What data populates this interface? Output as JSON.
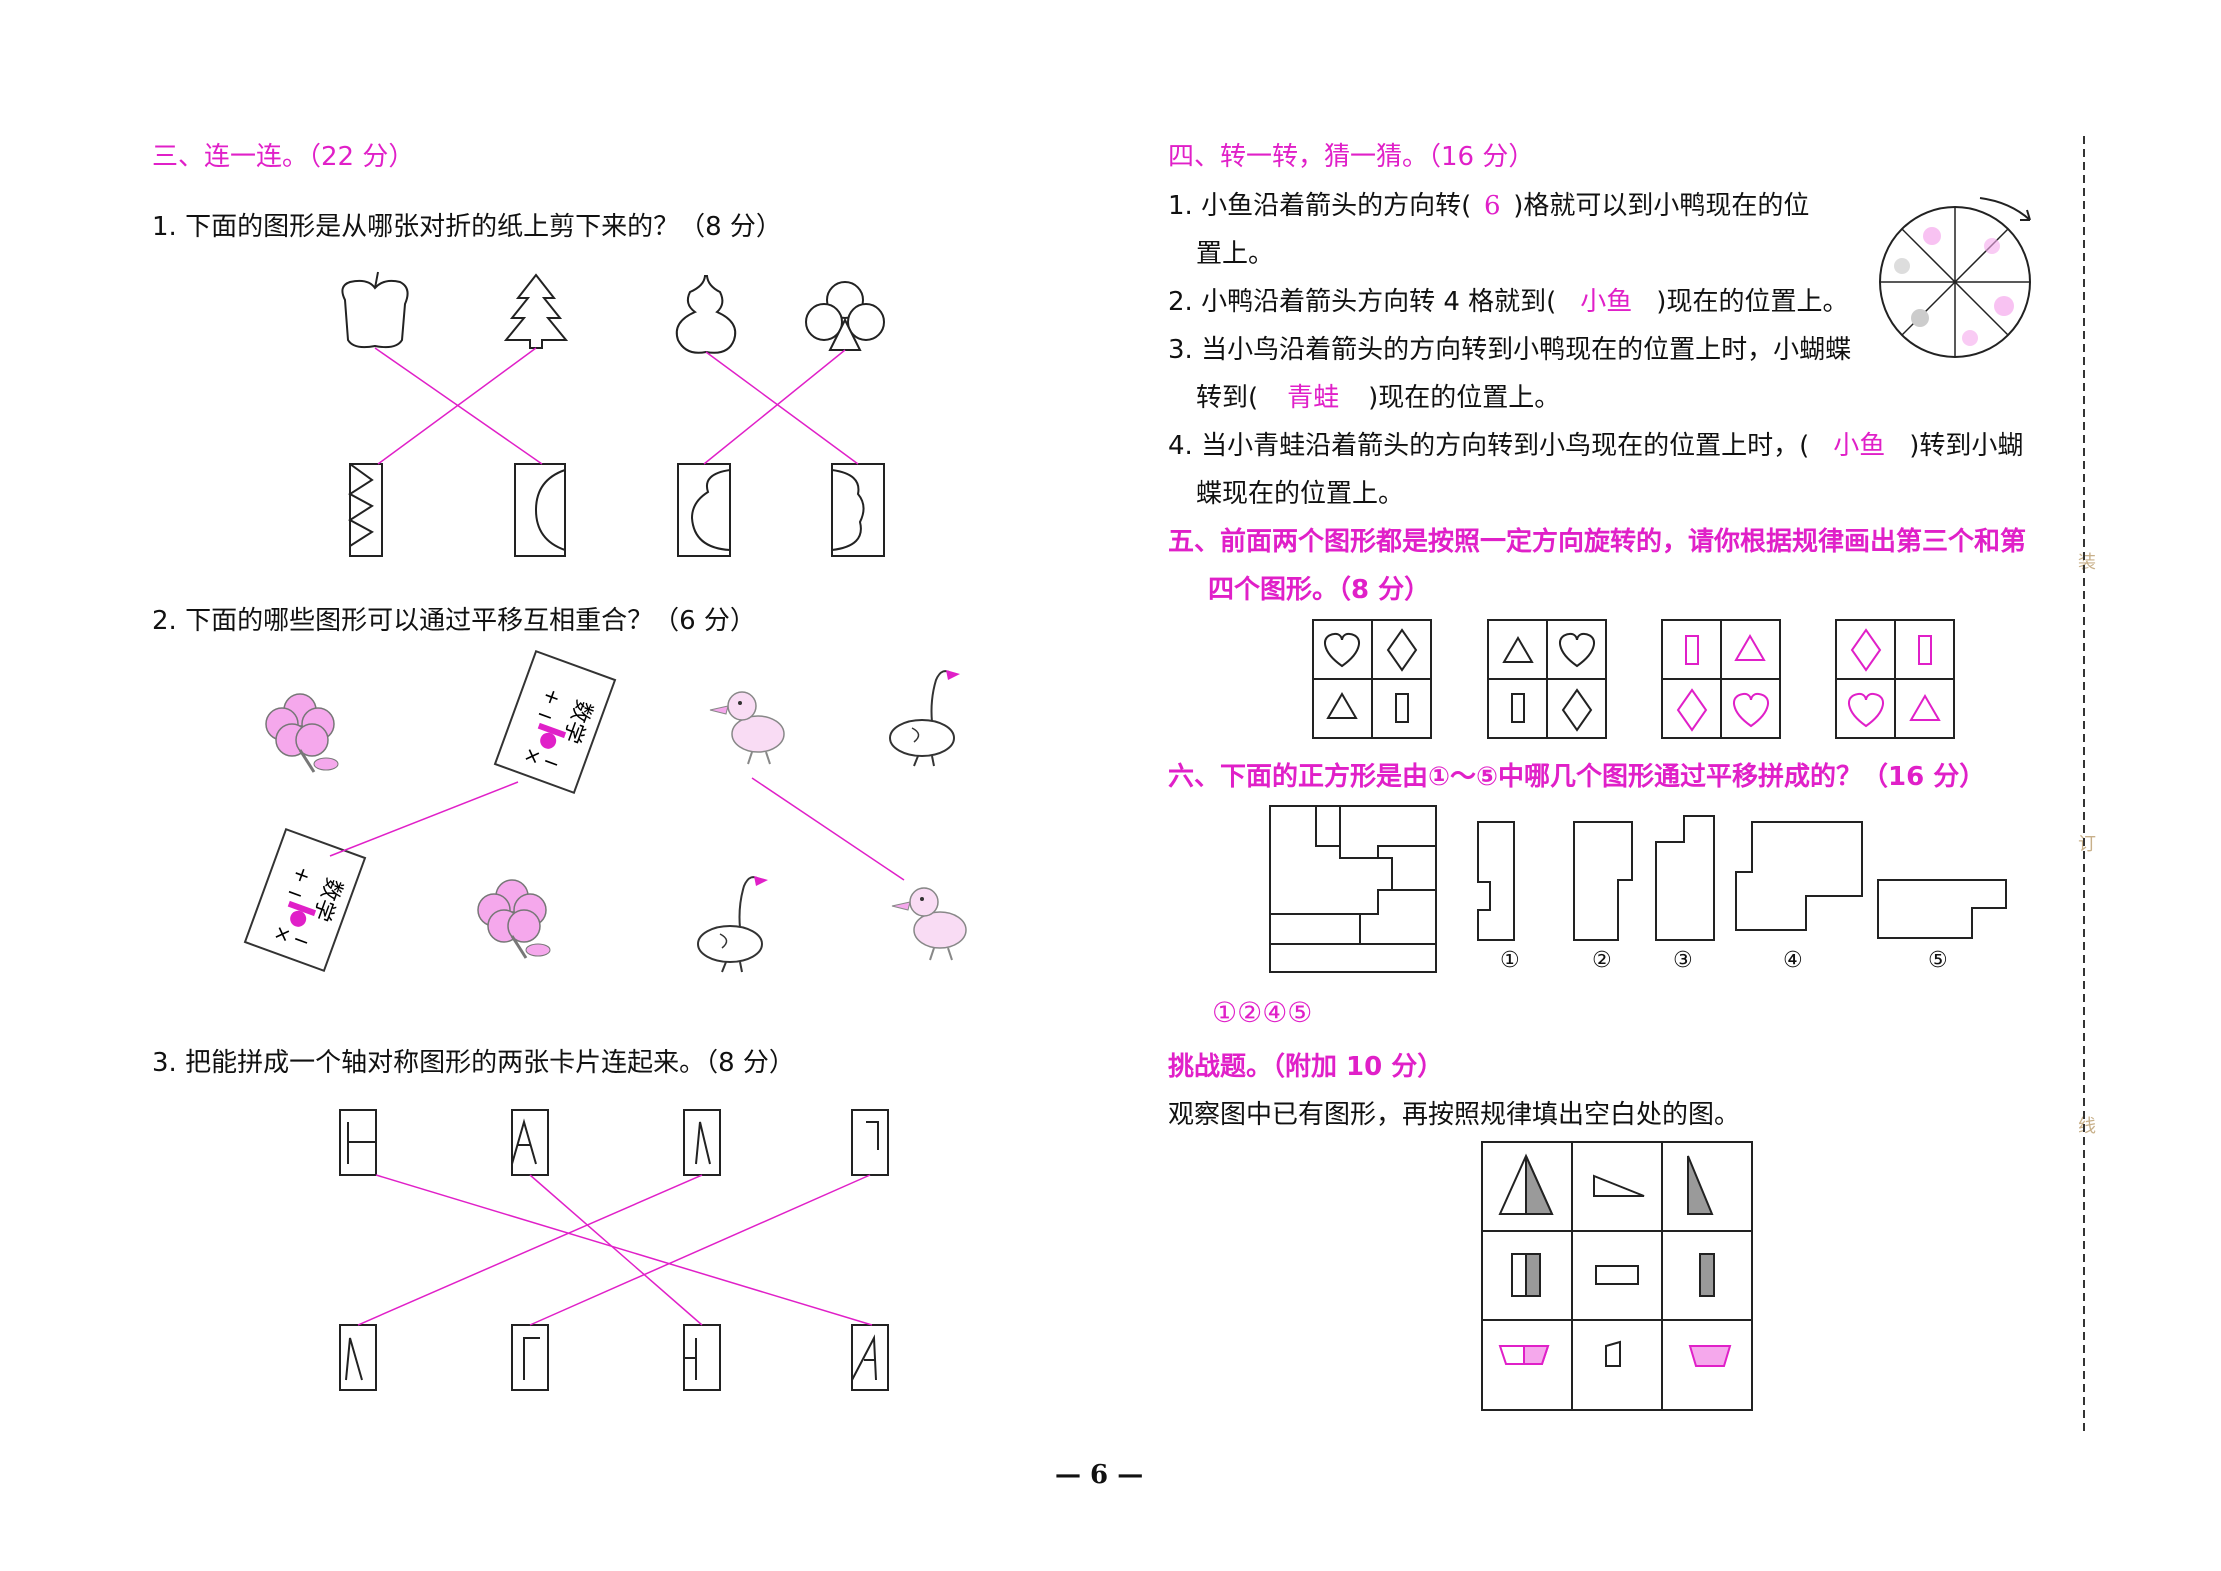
{
  "left": {
    "section3_title": "三、连一连。（22 分）",
    "q1": "1. 下面的图形是从哪张对折的纸上剪下来的？（8 分）",
    "q2": "2. 下面的哪些图形可以通过平移互相重合？（6 分）",
    "q3": "3. 把能拼成一个轴对称图形的两张卡片连起来。（8 分）",
    "card_text": "数学",
    "card_ops": [
      "+",
      "−",
      "=",
      "×",
      "−"
    ]
  },
  "right": {
    "section4_title": "四、转一转，猜一猜。（16 分）",
    "q4_1a": "1. 小鱼沿着箭头的方向转(",
    "q4_1ans": "6",
    "q4_1b": ")格就可以到小鸭现在的位",
    "q4_1c": "置上。",
    "q4_2a": "2. 小鸭沿着箭头方向转 4 格就到(",
    "q4_2ans": "小鱼",
    "q4_2b": ")现在的位置上。",
    "q4_3a": "3. 当小鸟沿着箭头的方向转到小鸭现在的位置上时，小蝴蝶",
    "q4_3b": "转到(",
    "q4_3ans": "青蛙",
    "q4_3c": ")现在的位置上。",
    "q4_4a": "4. 当小青蛙沿着箭头的方向转到小鸟现在的位置上时，(",
    "q4_4ans": "小鱼",
    "q4_4b": ")转到小蝴",
    "q4_4c": "蝶现在的位置上。",
    "section5_title": "五、前面两个图形都是按照一定方向旋转的，请你根据规律画出第三个和第",
    "section5_title2": "四个图形。（8 分）",
    "section6_title": "六、下面的正方形是由①～⑤中哪几个图形通过平移拼成的？（16 分）",
    "piece_labels": [
      "①",
      "②",
      "③",
      "④",
      "⑤"
    ],
    "section6_answer": "①②④⑤",
    "challenge_title": "挑战题。（附加 10 分）",
    "challenge_text": "观察图中已有图形，再按照规律填出空白处的图。"
  },
  "page_number": "— 6 —",
  "binding_marks": [
    "装",
    "订",
    "线"
  ],
  "colors": {
    "accent": "#e020c8",
    "pink_fill": "#f5a8ec",
    "grey_fill": "#9a9a9a"
  }
}
